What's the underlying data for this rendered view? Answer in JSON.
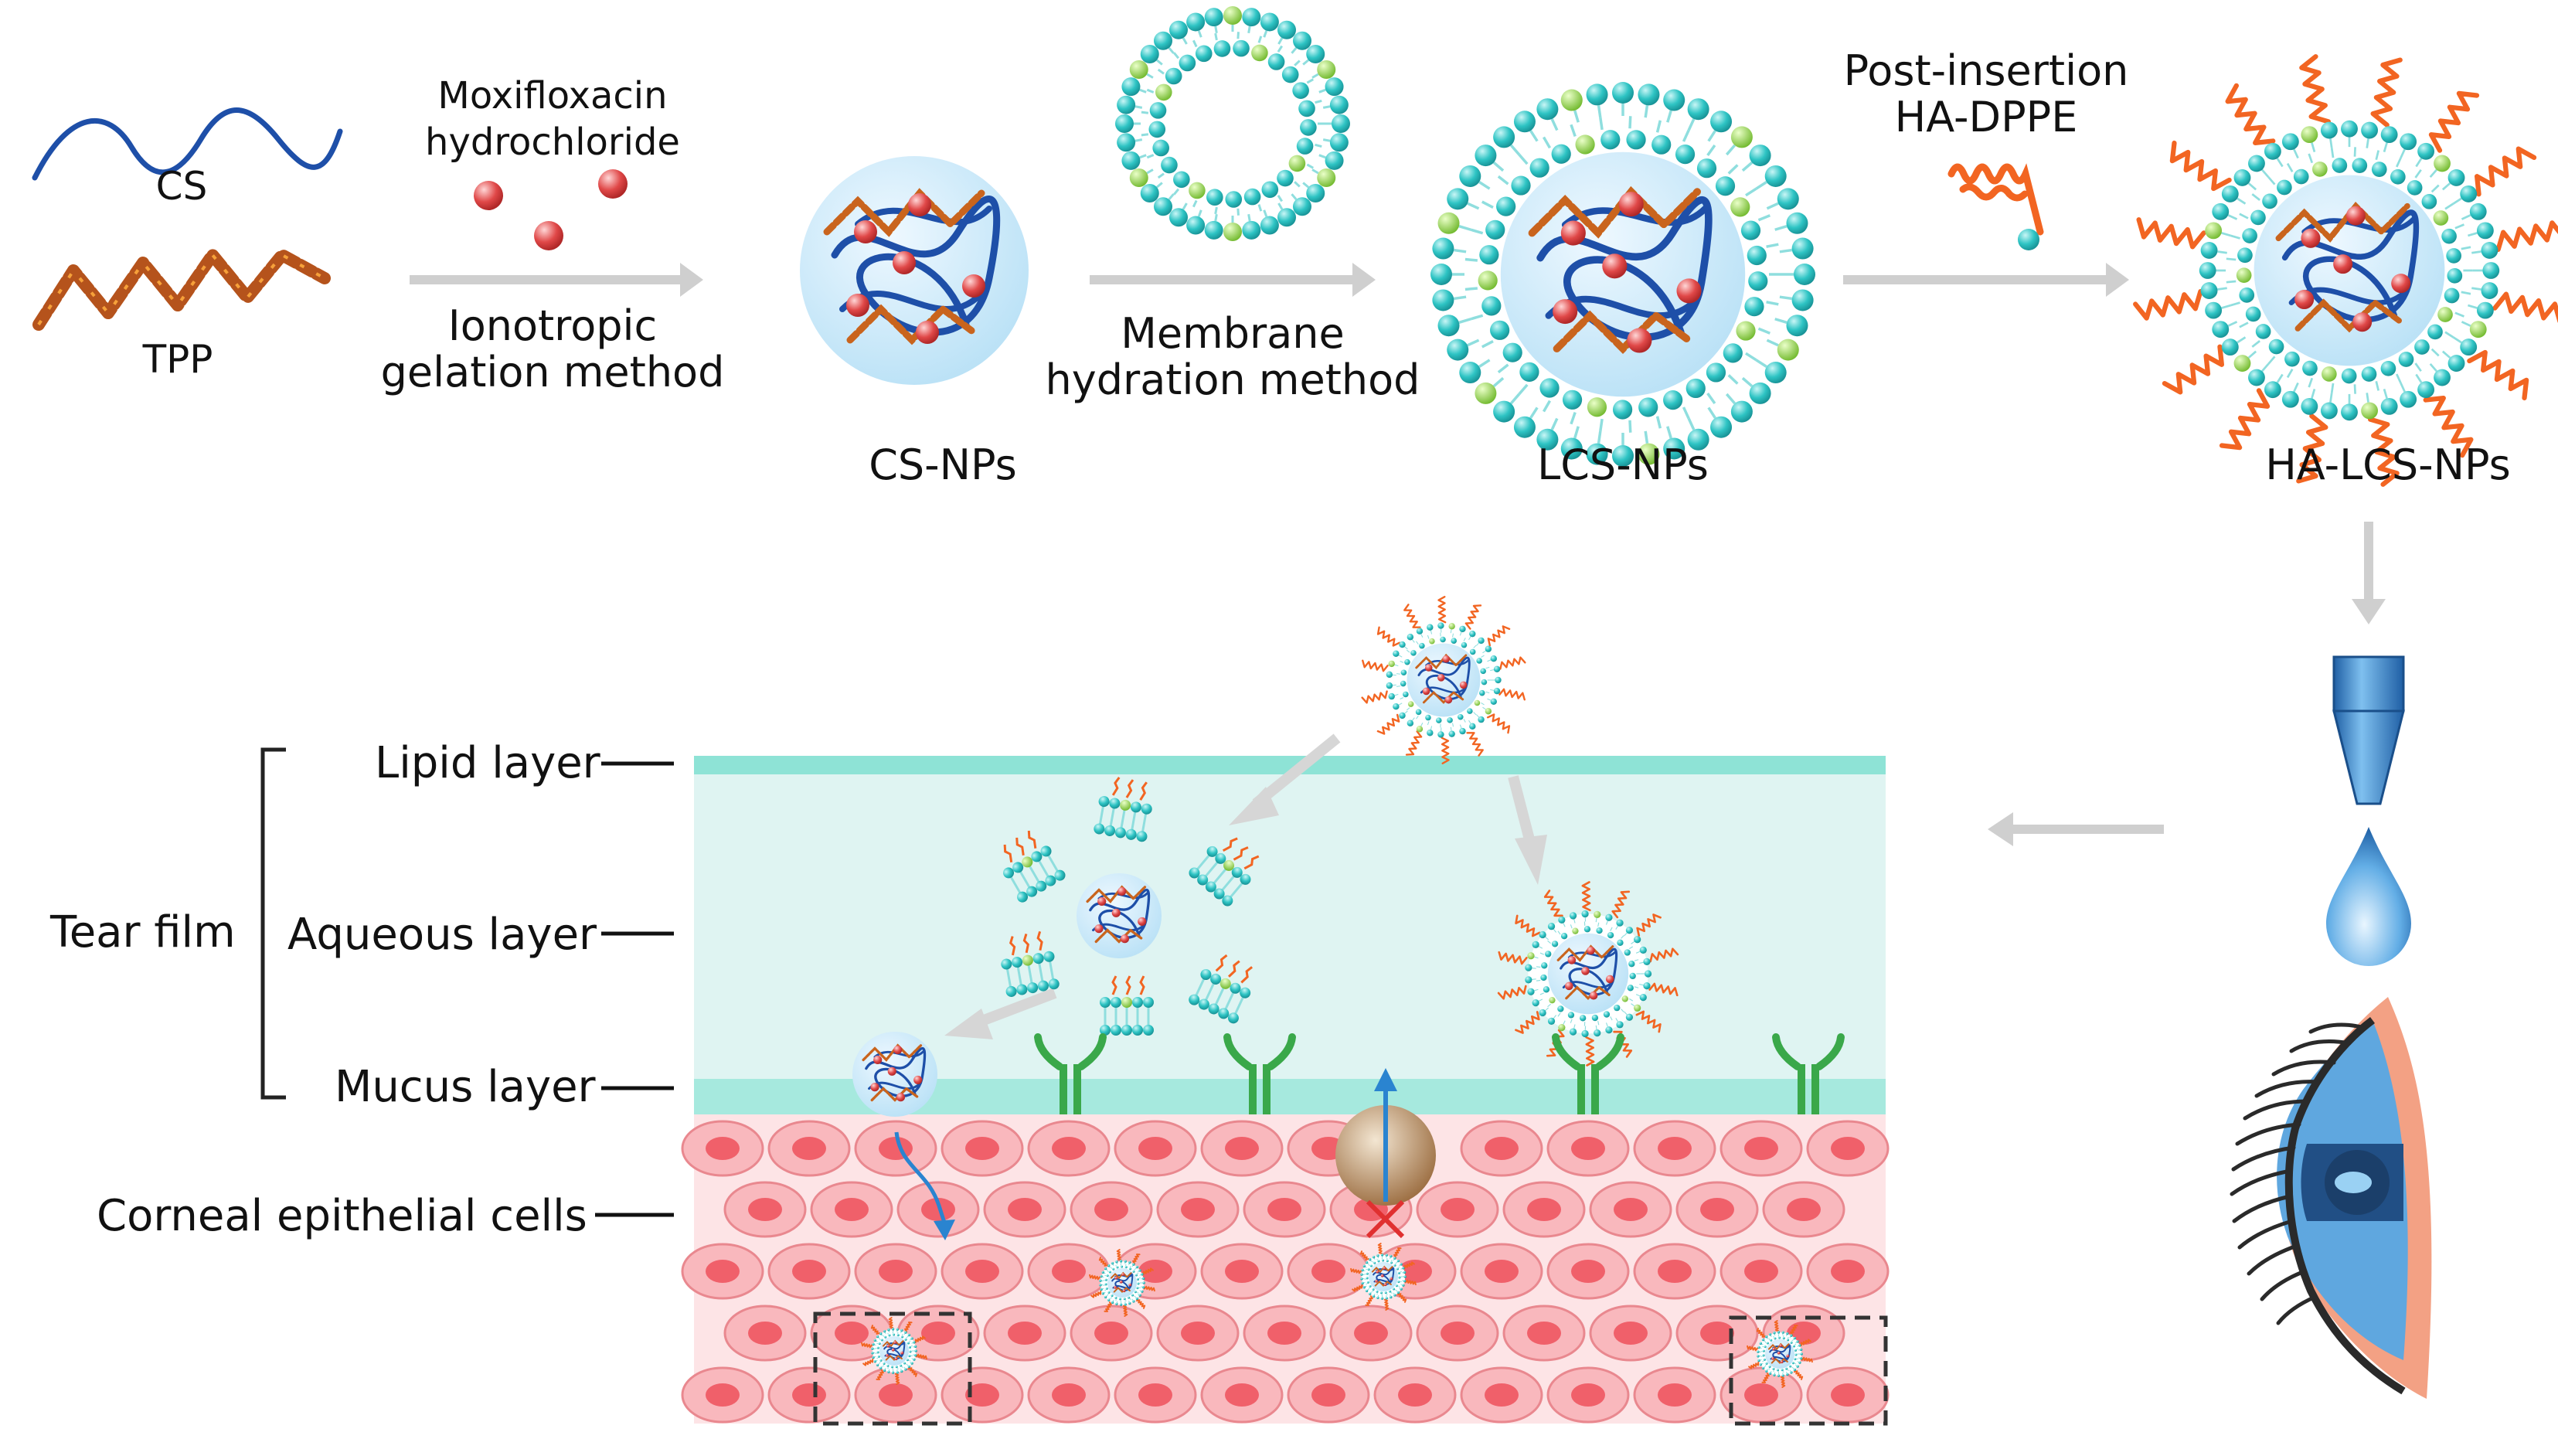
{
  "top": {
    "cs_label": "CS",
    "tpp_label": "TPP",
    "drug_label_line1": "Moxifloxacin",
    "drug_label_line2": "hydrochloride",
    "step1_line1": "Ionotropic",
    "step1_line2": "gelation method",
    "np1_label": "CS-NPs",
    "step2_line1": "Membrane",
    "step2_line2": "hydration method",
    "np2_label": "LCS-NPs",
    "step3_line1": "Post-insertion",
    "step3_line2": "HA-DPPE",
    "np3_label": "HA-LCS-NPs"
  },
  "bottom": {
    "tear_film_label": "Tear film",
    "lipid_layer_label": "Lipid layer",
    "aqueous_layer_label": "Aqueous layer",
    "mucus_layer_label": "Mucus layer",
    "corneal_cells_label": "Corneal epithelial cells"
  },
  "colors": {
    "cs_chain": "#1e4fa8",
    "tpp_chain": "#b5531c",
    "drug": "#e04848",
    "lipid_head": "#2ec4c4",
    "lipid_accent": "#8ed13b",
    "ha_chain": "#f26522",
    "tear_film": "#dff4f2",
    "lipid_band": "#8ee3d6",
    "mucus_band": "#a6e9de",
    "cell_fill": "#f7b0b5",
    "cell_nucleus": "#f0606a",
    "arrow": "#c8c8c8"
  }
}
